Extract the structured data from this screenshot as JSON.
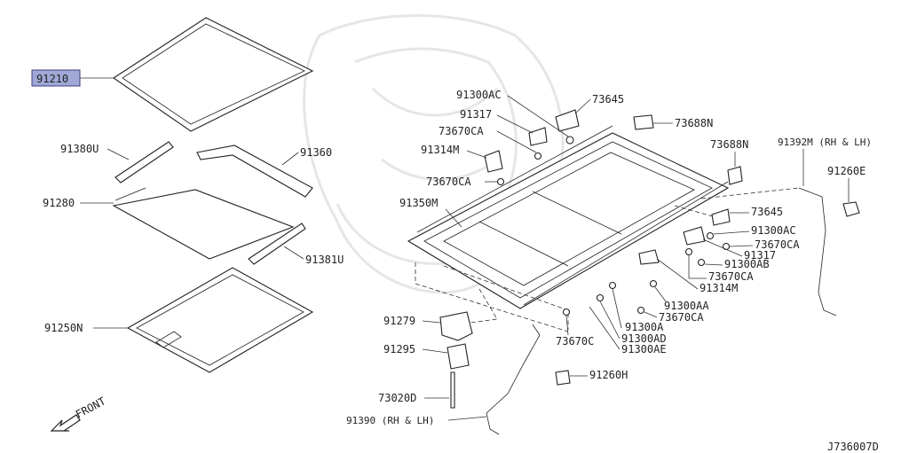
{
  "diagram": {
    "drawing_id": "J736007D",
    "front_label": "FRONT",
    "highlight_color": "#9fa8d6",
    "parts": {
      "p91210": "91210",
      "p91380U": "91380U",
      "p91360": "91360",
      "p91280": "91280",
      "p91381U": "91381U",
      "p91250N": "91250N",
      "p91300AC_top": "91300AC",
      "p73645_top": "73645",
      "p73688N_a": "73688N",
      "p73688N_b": "73688N",
      "p91317_top": "91317",
      "p73670CA_a": "73670CA",
      "p91314M_top": "91314M",
      "p73670CA_b": "73670CA",
      "p91350M": "91350M",
      "p91392M": "91392M (RH & LH)",
      "p91260E": "91260E",
      "p73645_right": "73645",
      "p91300AC_right": "91300AC",
      "p73670CA_c": "73670CA",
      "p91317_right": "91317",
      "p91300AB": "91300AB",
      "p73670CA_d": "73670CA",
      "p91314M_right": "91314M",
      "p91300AA": "91300AA",
      "p73670CA_e": "73670CA",
      "p91300A": "91300A",
      "p91300AD": "91300AD",
      "p91300AE": "91300AE",
      "p73670C": "73670C",
      "p91279": "91279",
      "p91295": "91295",
      "p91260H": "91260H",
      "p73020D": "73020D",
      "p91390": "91390 (RH & LH)"
    }
  }
}
